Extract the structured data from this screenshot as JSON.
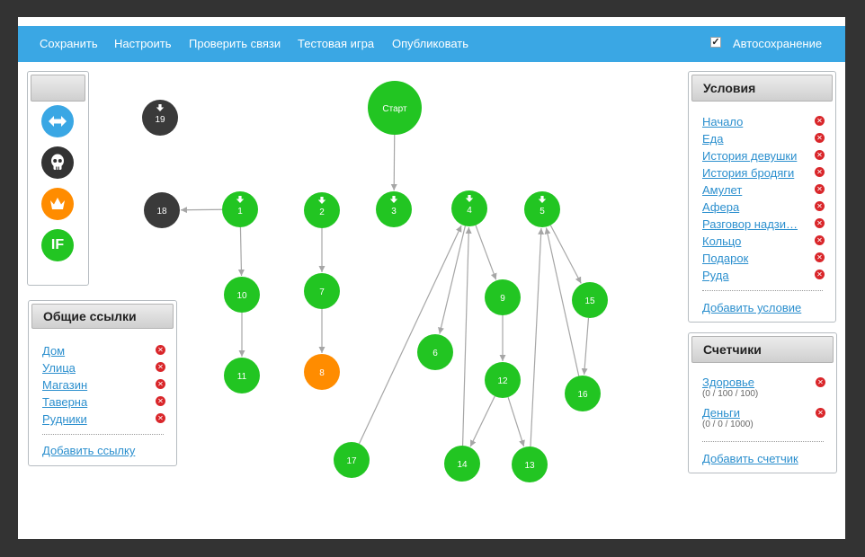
{
  "toolbar": {
    "save": "Сохранить",
    "settings": "Настроить",
    "check_links": "Проверить связи",
    "test_game": "Тестовая игра",
    "publish": "Опубликовать",
    "autosave_label": "Автосохранение",
    "autosave_checked": true
  },
  "tools": [
    {
      "name": "link-tool",
      "icon": "double-arrow-icon",
      "color": "#3aa7e4"
    },
    {
      "name": "death-tool",
      "icon": "skull-icon",
      "color": "#333333"
    },
    {
      "name": "victory-tool",
      "icon": "crown-icon",
      "color": "#ff8c00"
    },
    {
      "name": "condition-tool",
      "icon": "if-icon",
      "label": "IF",
      "color": "#22c522"
    }
  ],
  "common_links": {
    "title": "Общие ссылки",
    "items": [
      "Дом",
      "Улица",
      "Магазин",
      "Таверна",
      "Рудники"
    ],
    "add_label": "Добавить ссылку"
  },
  "conditions": {
    "title": "Условия",
    "items": [
      "Начало",
      "Еда",
      "История девушки",
      "История бродяги",
      "Амулет",
      "Афера",
      "Разговор надзи…",
      "Кольцо",
      "Подарок",
      "Руда"
    ],
    "add_label": "Добавить условие"
  },
  "counters": {
    "title": "Счетчики",
    "items": [
      {
        "label": "Здоровье",
        "sub": "(0 / 100 / 100)"
      },
      {
        "label": "Деньги",
        "sub": "(0 / 0 / 1000)"
      }
    ],
    "add_label": "Добавить счетчик"
  },
  "graph": {
    "colors": {
      "normal": "#22c522",
      "dark": "#3a3a3a",
      "orange": "#ff8c00",
      "edge": "#a6a6a6"
    },
    "nodes": [
      {
        "id": "start",
        "label": "Старт",
        "kind": "normal"
      },
      {
        "id": "19",
        "label": "19",
        "kind": "dark",
        "entry": true
      },
      {
        "id": "18",
        "label": "18",
        "kind": "dark"
      },
      {
        "id": "1",
        "label": "1",
        "kind": "normal",
        "entry": true
      },
      {
        "id": "2",
        "label": "2",
        "kind": "normal",
        "entry": true
      },
      {
        "id": "3",
        "label": "3",
        "kind": "normal",
        "entry": true
      },
      {
        "id": "4",
        "label": "4",
        "kind": "normal",
        "entry": true
      },
      {
        "id": "5",
        "label": "5",
        "kind": "normal",
        "entry": true
      },
      {
        "id": "10",
        "label": "10",
        "kind": "normal"
      },
      {
        "id": "7",
        "label": "7",
        "kind": "normal"
      },
      {
        "id": "9",
        "label": "9",
        "kind": "normal"
      },
      {
        "id": "15",
        "label": "15",
        "kind": "normal"
      },
      {
        "id": "6",
        "label": "6",
        "kind": "normal"
      },
      {
        "id": "11",
        "label": "11",
        "kind": "normal"
      },
      {
        "id": "8",
        "label": "8",
        "kind": "orange"
      },
      {
        "id": "12",
        "label": "12",
        "kind": "normal"
      },
      {
        "id": "16",
        "label": "16",
        "kind": "normal"
      },
      {
        "id": "17",
        "label": "17",
        "kind": "normal"
      },
      {
        "id": "14",
        "label": "14",
        "kind": "normal"
      },
      {
        "id": "13",
        "label": "13",
        "kind": "normal"
      }
    ],
    "edges": [
      [
        "start",
        "3"
      ],
      [
        "1",
        "18"
      ],
      [
        "1",
        "10"
      ],
      [
        "10",
        "11"
      ],
      [
        "2",
        "7"
      ],
      [
        "7",
        "8"
      ],
      [
        "4",
        "6"
      ],
      [
        "4",
        "9"
      ],
      [
        "9",
        "12"
      ],
      [
        "12",
        "14"
      ],
      [
        "12",
        "13"
      ],
      [
        "17",
        "4"
      ],
      [
        "14",
        "4"
      ],
      [
        "13",
        "5"
      ],
      [
        "5",
        "15"
      ],
      [
        "15",
        "16"
      ],
      [
        "16",
        "5"
      ]
    ]
  }
}
